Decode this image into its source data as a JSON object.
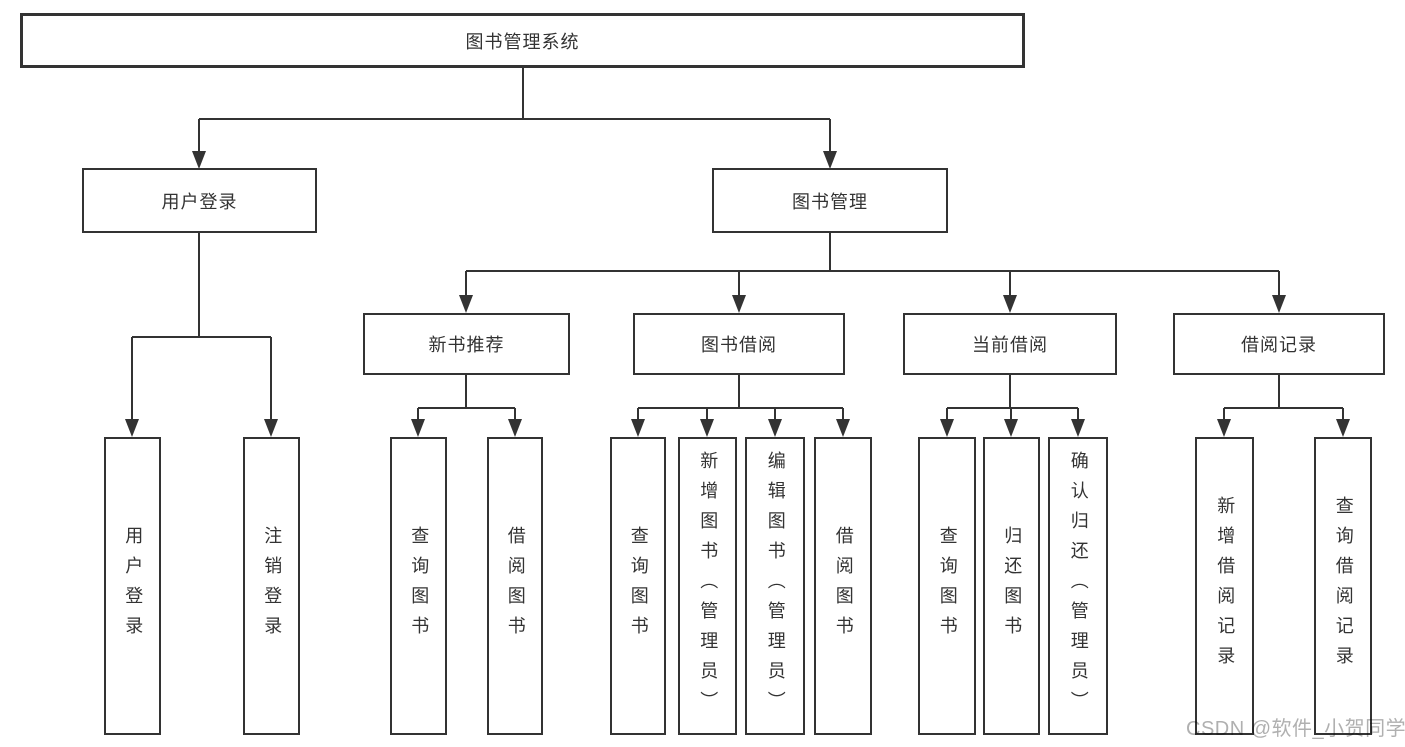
{
  "tree": {
    "root": {
      "label": "图书管理系统"
    },
    "branches": [
      {
        "label": "用户登录",
        "children": [
          {
            "label": "用户登录"
          },
          {
            "label": "注销登录"
          }
        ]
      },
      {
        "label": "图书管理",
        "children": [
          {
            "label": "新书推荐",
            "children": [
              {
                "label": "查询图书"
              },
              {
                "label": "借阅图书"
              }
            ]
          },
          {
            "label": "图书借阅",
            "children": [
              {
                "label": "查询图书"
              },
              {
                "label": "新增图书（管理员）"
              },
              {
                "label": "编辑图书（管理员）"
              },
              {
                "label": "借阅图书"
              }
            ]
          },
          {
            "label": "当前借阅",
            "children": [
              {
                "label": "查询图书"
              },
              {
                "label": "归还图书"
              },
              {
                "label": "确认归还（管理员）"
              }
            ]
          },
          {
            "label": "借阅记录",
            "children": [
              {
                "label": "新增借阅记录"
              },
              {
                "label": "查询借阅记录"
              }
            ]
          }
        ]
      }
    ]
  },
  "watermark": {
    "text": "CSDN @软件_小贺同学"
  },
  "colors": {
    "line": "#333333",
    "text": "#333333",
    "box_background": "#ffffff",
    "watermark": "#b0b0b0",
    "page_background": "#ffffff"
  }
}
